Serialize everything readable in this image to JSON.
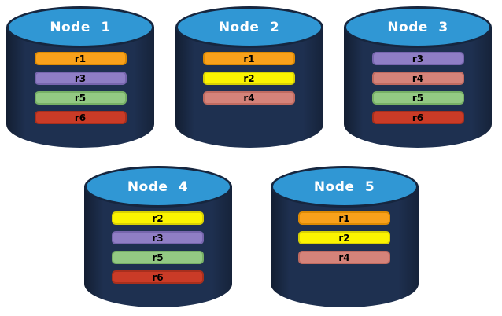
{
  "diagram_type": "replica-placement-diagram",
  "node_colors": {
    "body_fill": "#1e3050",
    "top_fill": "#3097d4",
    "outline": "#16263f",
    "title_text": "#ffffff"
  },
  "replica_styles": {
    "r1": {
      "fill": "#f9a11b",
      "border": "#dd8b04"
    },
    "r2": {
      "fill": "#fbf400",
      "border": "#d9d104"
    },
    "r3": {
      "fill": "#8f7ec5",
      "border": "#7766ae"
    },
    "r4": {
      "fill": "#d5837a",
      "border": "#c06b61"
    },
    "r5": {
      "fill": "#93c983",
      "border": "#77b066"
    },
    "r6": {
      "fill": "#ca3b27",
      "border": "#a82f1d"
    }
  },
  "nodes": [
    {
      "id": "node-1",
      "label": "Node 1",
      "replicas": [
        "r1",
        "r3",
        "r5",
        "r6"
      ]
    },
    {
      "id": "node-2",
      "label": "Node 2",
      "replicas": [
        "r1",
        "r2",
        "r4"
      ]
    },
    {
      "id": "node-3",
      "label": "Node 3",
      "replicas": [
        "r3",
        "r4",
        "r5",
        "r6"
      ]
    },
    {
      "id": "node-4",
      "label": "Node 4",
      "replicas": [
        "r2",
        "r3",
        "r5",
        "r6"
      ]
    },
    {
      "id": "node-5",
      "label": "Node 5",
      "replicas": [
        "r1",
        "r2",
        "r4"
      ]
    }
  ]
}
